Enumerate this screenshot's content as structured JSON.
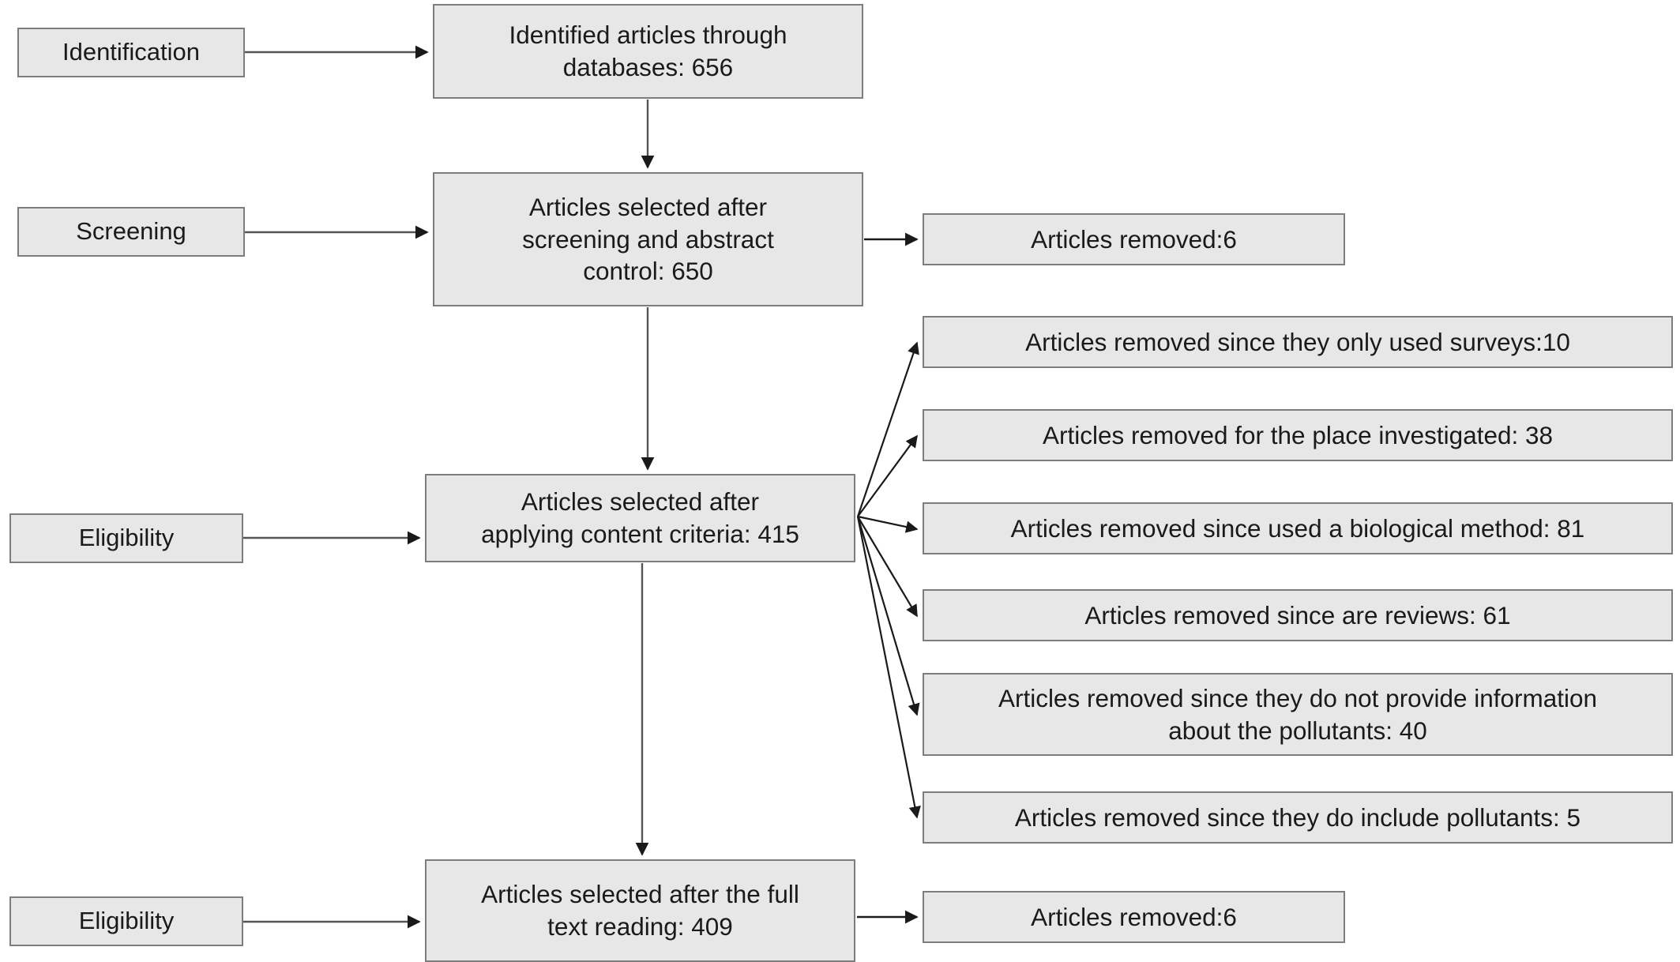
{
  "diagram": {
    "title": "PRISMA article selection flow diagram",
    "type": "flowchart",
    "background_color": "#ffffff",
    "node_fill_color": "#e7e7e7",
    "node_border_color": "#7d7d7d",
    "text_color": "#1a1a1a",
    "edge_color": "#404040"
  },
  "stages": [
    {
      "id": "stage-identification",
      "label": "Identification"
    },
    {
      "id": "stage-screening",
      "label": "Screening"
    },
    {
      "id": "stage-eligibility-1",
      "label": "Eligibility"
    },
    {
      "id": "stage-eligibility-2",
      "label": "Eligibility"
    }
  ],
  "flow_nodes": [
    {
      "id": "node-identified",
      "label": "Identified articles through\ndatabases: 656",
      "count": 656
    },
    {
      "id": "node-screened",
      "label": "Articles selected after\nscreening and abstract\ncontrol: 650",
      "count": 650
    },
    {
      "id": "node-content-criteria",
      "label": "Articles selected after\napplying content criteria: 415",
      "count": 415
    },
    {
      "id": "node-full-text",
      "label": "Articles selected after the full\ntext reading: 409",
      "count": 409
    }
  ],
  "exclusion_nodes": [
    {
      "id": "excl-screening",
      "label": "Articles removed:6",
      "count": 6
    },
    {
      "id": "excl-surveys",
      "label": "Articles removed since they only used surveys:10",
      "count": 10
    },
    {
      "id": "excl-place",
      "label": "Articles removed for the place investigated: 38",
      "count": 38
    },
    {
      "id": "excl-biological",
      "label": "Articles removed since used a biological method: 81",
      "count": 81
    },
    {
      "id": "excl-reviews",
      "label": "Articles removed since are reviews: 61",
      "count": 61
    },
    {
      "id": "excl-no-pollutant-info",
      "label": "Articles removed since they do not provide information\nabout the pollutants: 40",
      "count": 40
    },
    {
      "id": "excl-include-pollutants",
      "label": "Articles removed since they do include pollutants: 5",
      "count": 5
    },
    {
      "id": "excl-full-text",
      "label": "Articles removed:6",
      "count": 6
    }
  ]
}
